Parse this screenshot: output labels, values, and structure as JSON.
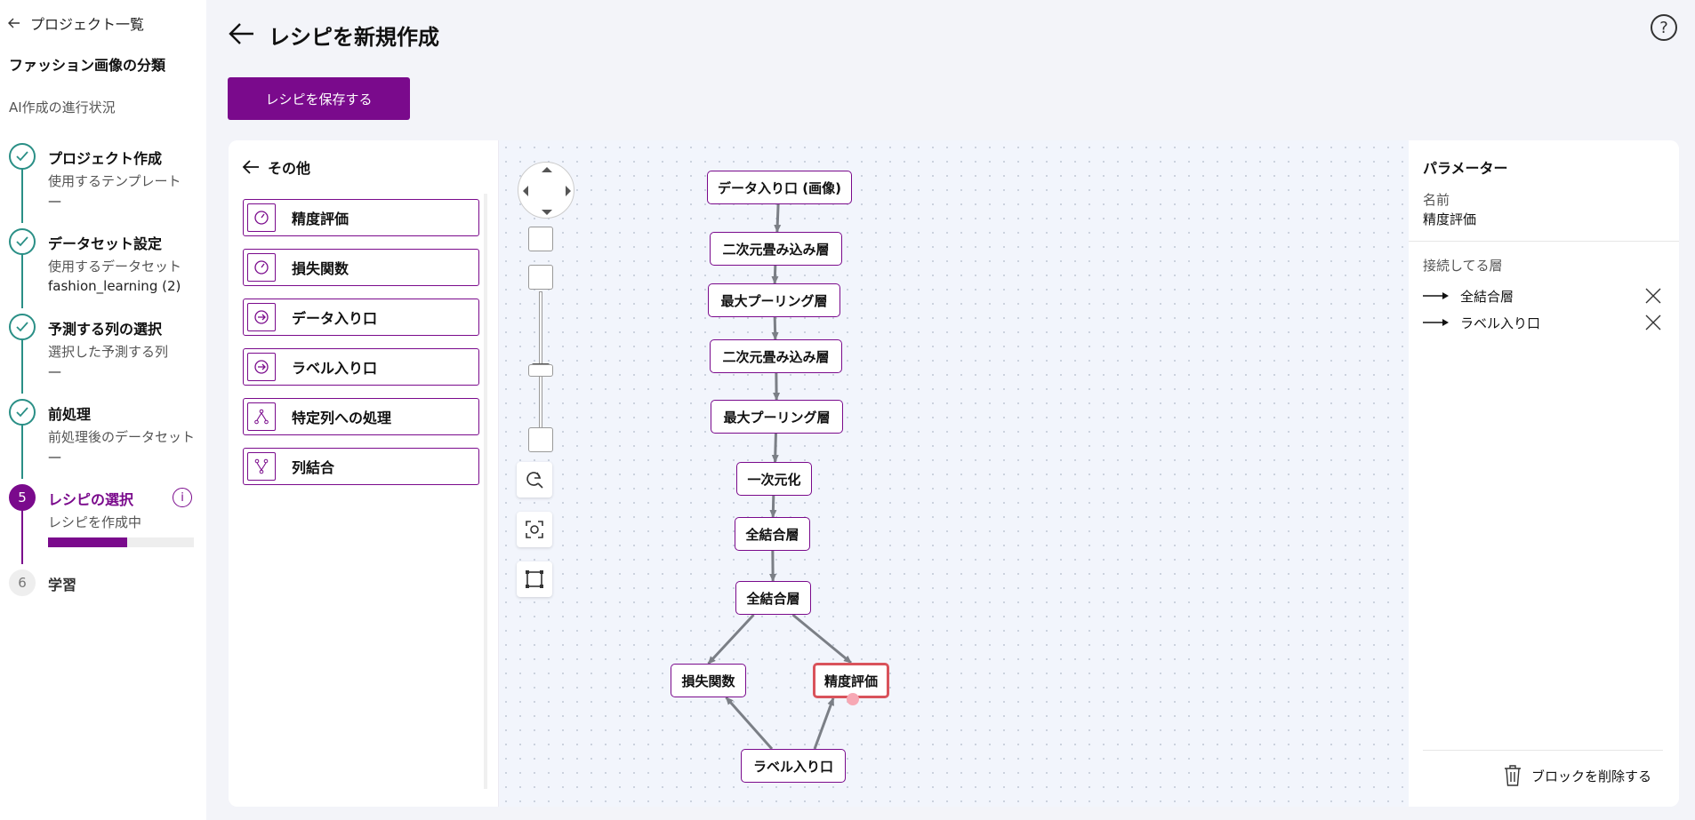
{
  "sidebar": {
    "back_label": "プロジェクト一覧",
    "project_name": "ファッション画像の分類",
    "progress_title": "AI作成の進行状況",
    "steps": [
      {
        "title": "プロジェクト作成",
        "sub": "使用するテンプレート",
        "value": "—",
        "state": "done"
      },
      {
        "title": "データセット設定",
        "sub": "使用するデータセット",
        "value": "fashion_learning (2)",
        "state": "done"
      },
      {
        "title": "予測する列の選択",
        "sub": "選択した予測する列",
        "value": "—",
        "state": "done"
      },
      {
        "title": "前処理",
        "sub": "前処理後のデータセット",
        "value": "—",
        "state": "done"
      },
      {
        "number": "5",
        "title": "レシピの選択",
        "sub": "レシピを作成中",
        "progress": 0.54,
        "state": "active"
      },
      {
        "number": "6",
        "title": "学習",
        "state": "pending"
      }
    ]
  },
  "header": {
    "title": "レシピを新規作成",
    "help_symbol": "?",
    "save_label": "レシピを保存する"
  },
  "palette": {
    "back_label": "その他",
    "items": [
      {
        "label": "精度評価",
        "icon": "gauge-icon"
      },
      {
        "label": "損失関数",
        "icon": "gauge-icon"
      },
      {
        "label": "データ入り口",
        "icon": "input-arrow-icon"
      },
      {
        "label": "ラベル入り口",
        "icon": "input-arrow-icon"
      },
      {
        "label": "特定列への処理",
        "icon": "branch-icon"
      },
      {
        "label": "列結合",
        "icon": "merge-icon"
      }
    ]
  },
  "flow": {
    "nodes": [
      {
        "id": "n1",
        "label": "データ入り口 (画像)"
      },
      {
        "id": "n2",
        "label": "二次元畳み込み層"
      },
      {
        "id": "n3",
        "label": "最大プーリング層"
      },
      {
        "id": "n4",
        "label": "二次元畳み込み層"
      },
      {
        "id": "n5",
        "label": "最大プーリング層"
      },
      {
        "id": "n6",
        "label": "一次元化"
      },
      {
        "id": "n7",
        "label": "全結合層"
      },
      {
        "id": "n8",
        "label": "全結合層"
      },
      {
        "id": "n9",
        "label": "損失関数"
      },
      {
        "id": "n10",
        "label": "精度評価",
        "selected": true
      },
      {
        "id": "n11",
        "label": "ラベル入り口"
      }
    ],
    "edges": [
      [
        "n1",
        "n2"
      ],
      [
        "n2",
        "n3"
      ],
      [
        "n3",
        "n4"
      ],
      [
        "n4",
        "n5"
      ],
      [
        "n5",
        "n6"
      ],
      [
        "n6",
        "n7"
      ],
      [
        "n7",
        "n8"
      ],
      [
        "n8",
        "n9"
      ],
      [
        "n8",
        "n10"
      ],
      [
        "n11",
        "n9"
      ],
      [
        "n11",
        "n10"
      ]
    ]
  },
  "params": {
    "title": "パラメーター",
    "name_label": "名前",
    "name_value": "精度評価",
    "connected_label": "接続してる層",
    "connections": [
      "全結合層",
      "ラベル入り口"
    ],
    "delete_label": "ブロックを削除する"
  },
  "colors": {
    "accent": "#7a0a8c",
    "done": "#2a8f86",
    "selected_border": "#d9535b"
  }
}
